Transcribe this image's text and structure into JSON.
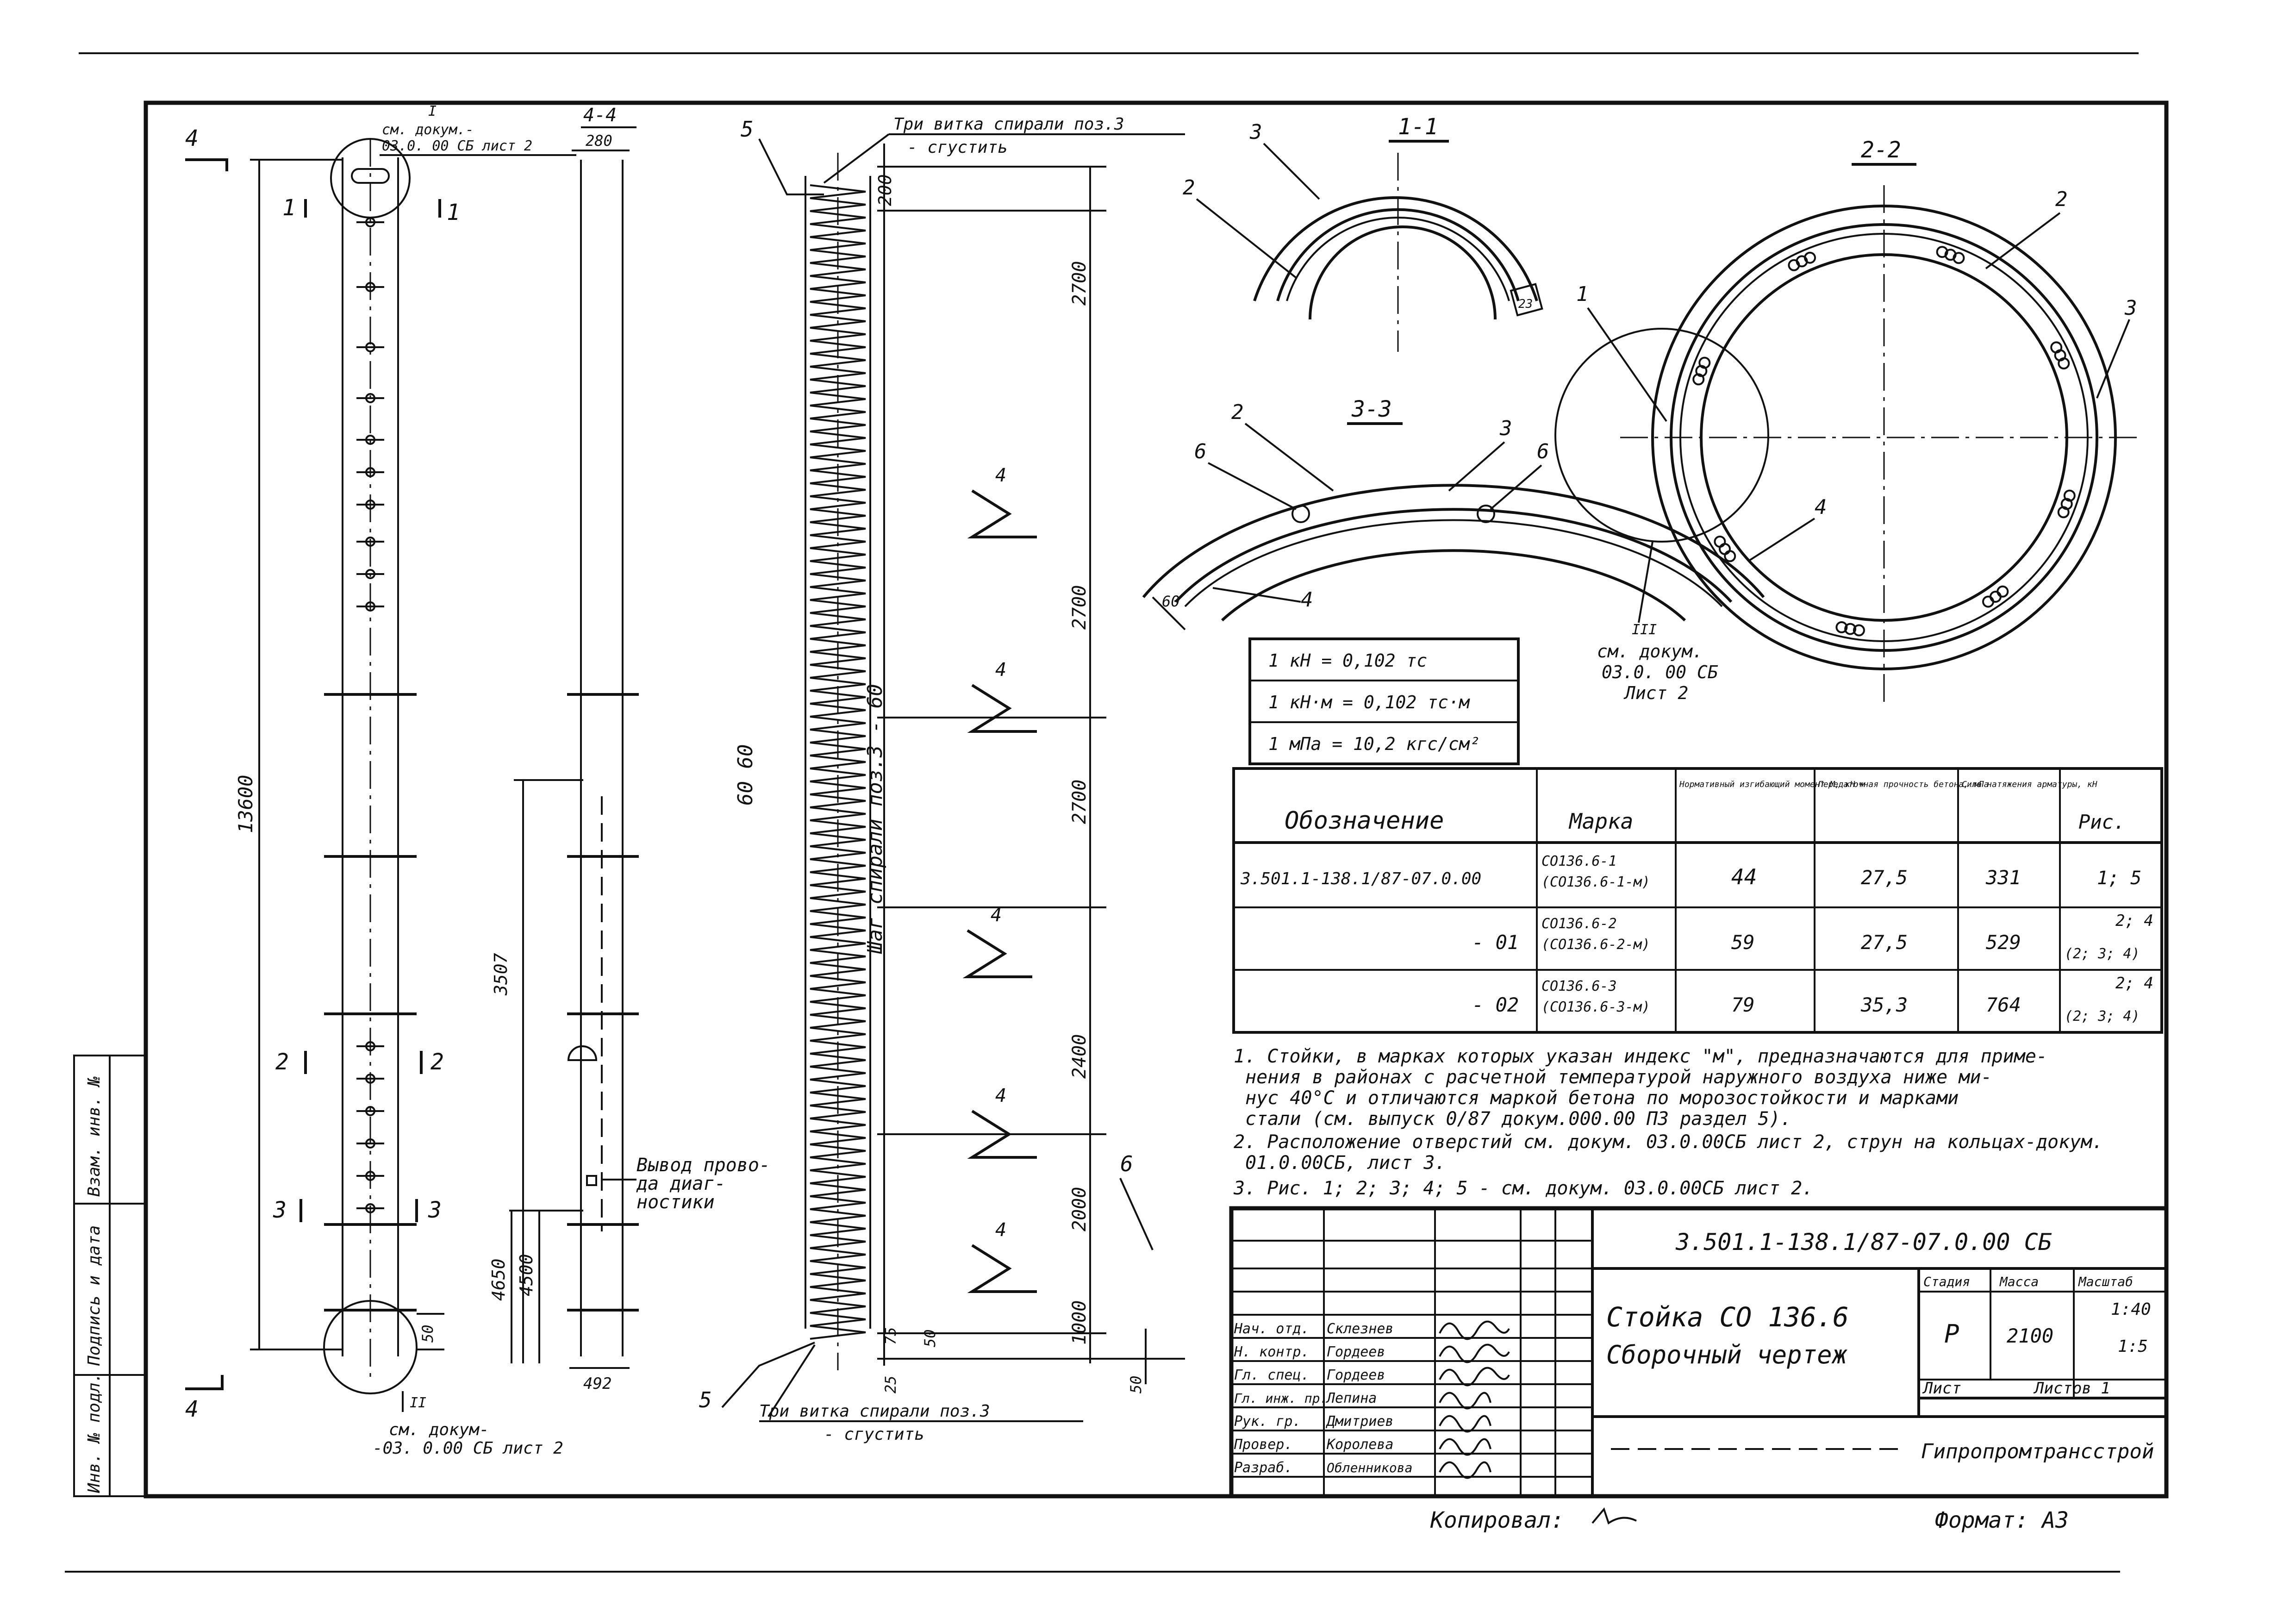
{
  "callouts": {
    "top_doc_ref_mark": "I",
    "top_doc_ref_line1": "см. докум.-",
    "top_doc_ref_line2": "03.0. 00 СБ лист 2",
    "bottom_doc_ref_mark": "II",
    "bottom_doc_ref_line1": "см. докум-",
    "bottom_doc_ref_line2": "-03. 0.00 СБ лист 2",
    "right_doc_ref_mark": "III",
    "right_doc_ref_line1": "см. докум.",
    "right_doc_ref_line2": "03.0. 00 СБ",
    "right_doc_ref_line3": "Лист 2",
    "spiral_top_line1": "Три витка спирали поз.3",
    "spiral_top_line2": "- сгустить",
    "spiral_bottom_line1": "Три витка спирали поз.3",
    "spiral_bottom_line2": "- сгустить",
    "wire_outlet_line1": "Вывод прово-",
    "wire_outlet_line2": "да диаг-",
    "wire_outlet_line3": "ностики",
    "spiral_step": "Шаг спирали поз.3 - 60"
  },
  "dimensions": {
    "total_length": "13600",
    "hole_level_1": "3507",
    "hole_level_2": "4650",
    "hole_level_3": "4500",
    "top_width": "280",
    "bottom_width": "492",
    "butt_50": "50",
    "seg_200": "200",
    "seg_2700_a": "2700",
    "seg_2700_b": "2700",
    "seg_2700_c": "2700",
    "seg_2400": "2400",
    "seg_2000": "2000",
    "seg_1000": "1000",
    "seg_50_right": "50",
    "seg_75": "75",
    "seg_50": "50",
    "seg_25": "25",
    "pitch_60_60": "60 60",
    "sec1_dim": "23",
    "sec3_dim": "60"
  },
  "sections": {
    "s4_left": "4",
    "s4_left_bottom": "4",
    "s4_view_title": "4-4",
    "s1_mark": "1",
    "s2_mark": "2",
    "s3_mark": "3",
    "s1_title": "1-1",
    "s2_title": "2-2",
    "s3_title": "3-3",
    "pos_1": "1",
    "pos_2": "2",
    "pos_3": "3",
    "pos_4": "4",
    "pos_5": "5",
    "pos_6": "6"
  },
  "conversions": [
    "1 кН = 0,102 тс",
    "1 кН·м = 0,102 тс·м",
    "1 мПа = 10,2 кгс/см²"
  ],
  "spec_table": {
    "headers": [
      "Обозначение",
      "Марка",
      "Нормативный изгибающий момент М, кН·м",
      "Передаточная прочность бетона, мПа",
      "Сила натяжения арматуры, кН",
      "Рис."
    ],
    "rows": [
      {
        "designation": "3.501.1-138.1/87-07.0.00",
        "mark_1": "СО136.6-1",
        "mark_2": "(СО136.6-1-м)",
        "moment": "44",
        "strength": "27,5",
        "force": "331",
        "fig_1": "1; 5",
        "fig_2": ""
      },
      {
        "designation": "- 01",
        "mark_1": "СО136.6-2",
        "mark_2": "(СО136.6-2-м)",
        "moment": "59",
        "strength": "27,5",
        "force": "529",
        "fig_1": "2; 4",
        "fig_2": "(2; 3; 4)"
      },
      {
        "designation": "- 02",
        "mark_1": "СО136.6-3",
        "mark_2": "(СО136.6-3-м)",
        "moment": "79",
        "strength": "35,3",
        "force": "764",
        "fig_1": "2; 4",
        "fig_2": "(2; 3; 4)"
      }
    ]
  },
  "notes": [
    "1. Стойки, в марках которых указан индекс \"м\", предназначаются для приме-",
    "нения в районах с расчетной температурой наружного воздуха ниже ми-",
    "нус 40°С и отличаются маркой бетона по морозостойкости и марками",
    "стали (см. выпуск 0/87 докум.000.00 ПЗ раздел 5).",
    "2. Расположение отверстий см. докум. 03.0.00СБ лист 2, струн на кольцах-докум.",
    "01.0.00СБ, лист 3.",
    "3. Рис. 1; 2; 3; 4; 5 - см. докум. 03.0.00СБ лист 2."
  ],
  "title_block": {
    "doc_code": "3.501.1-138.1/87-07.0.00 СБ",
    "title_line1": "Стойка СО 136.6",
    "title_line2": "Сборочный чертеж",
    "stage_label": "Стадия",
    "mass_label": "Масса",
    "scale_label": "Масштаб",
    "stage": "Р",
    "mass": "2100",
    "scale_1": "1:40",
    "scale_2": "1:5",
    "sheet_label": "Лист",
    "sheets_label": "Листов 1",
    "organization": "Гипропромтрансстрой",
    "signatures": [
      {
        "role": "Нач. отд.",
        "name": "Склезнев"
      },
      {
        "role": "Н. контр.",
        "name": "Гордеев"
      },
      {
        "role": "Гл. спец.",
        "name": "Гордеев"
      },
      {
        "role": "Гл. инж. пр.",
        "name": "Лепина"
      },
      {
        "role": "Рук. гр.",
        "name": "Дмитриев"
      },
      {
        "role": "Провер.",
        "name": "Королева"
      },
      {
        "role": "Разраб.",
        "name": "Обленникова"
      }
    ]
  },
  "side_stamp": {
    "inv_no": "Инв. № подл.",
    "sign_date": "Подпись и дата",
    "replace_inv": "Взам. инв. №"
  },
  "footer": {
    "copied": "Копировал:",
    "format": "Формат: А3"
  }
}
